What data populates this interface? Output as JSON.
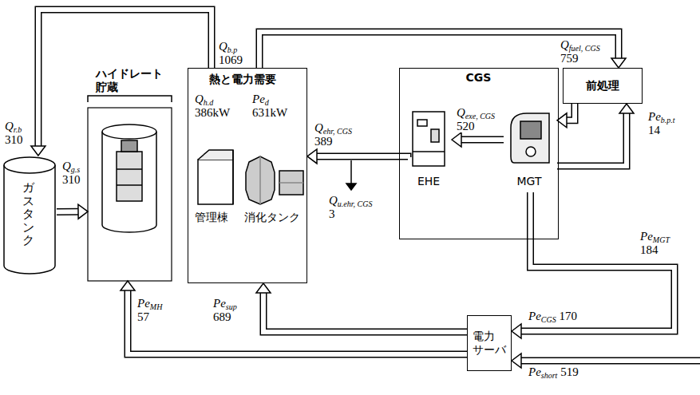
{
  "diagram": {
    "nodes": [
      {
        "text": [
          "ガスタンク"
        ]
      },
      {
        "text": [
          "ハイドレート 貯蔵"
        ]
      },
      {
        "text": [
          "熱と電力需要",
          "Qh.d 386kW",
          "Ped 631kW",
          "管理棟",
          "消化タンク"
        ]
      },
      {
        "text": [
          "CGS"
        ]
      },
      {
        "text": [
          "EHE"
        ],
        "in": 3
      },
      {
        "text": [
          "MGT"
        ],
        "in": 3
      },
      {
        "text": [
          "前処理"
        ]
      },
      {
        "text": [
          "電力 サーバ"
        ]
      }
    ],
    "edges": [
      {
        "from": 2,
        "to": 0,
        "label": "Qr.b 310",
        "arrow": "to"
      },
      {
        "from": 2,
        "to": 6,
        "label": "Qfuel, CGS 759",
        "arrow": "to"
      },
      {
        "from": 0,
        "to": 1,
        "label": "Qg.s 310",
        "arrow": "to"
      },
      {
        "from": 5,
        "to": 4,
        "label": "Qexe, CGS 520",
        "arrow": "to"
      },
      {
        "from": 4,
        "to": 2,
        "label": "Qehr, CGS 389",
        "arrow": "to"
      },
      {
        "from": 6,
        "to": 5,
        "arrow": "to"
      },
      {
        "from": 5,
        "to": 6,
        "label": "Peb.p.t 14",
        "arrow": "to"
      },
      {
        "from": 5,
        "to": 7,
        "label": "PeCGS 170",
        "arrow": "to"
      },
      {
        "from": 7,
        "to": 2,
        "label": "Pesup 689",
        "arrow": "to"
      },
      {
        "from": 7,
        "to": 1,
        "label": "PeMH 57",
        "arrow": "to"
      }
    ],
    "labels": [
      "Qb.p 1069",
      "Qu.ehr, CGS 3",
      "PeMGT 184",
      "Peshort 519"
    ]
  }
}
